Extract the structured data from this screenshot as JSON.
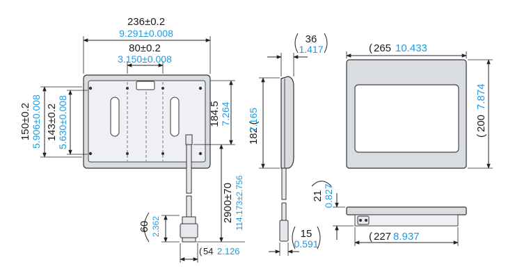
{
  "front": {
    "width": {
      "mm": "236±0.2",
      "in": "9.291±0.008"
    },
    "mount_spacing": {
      "mm": "80±0.2",
      "in": "3.150±0.008"
    },
    "height": {
      "mm": "150±0.2",
      "in": "5.906±0.008"
    },
    "mount_height": {
      "mm": "143±0.2",
      "in": "5.630±0.008"
    },
    "cable_exit_height": {
      "mm": "184.5",
      "in": "7.264"
    },
    "cable_length": {
      "mm": "2900±70",
      "in": "114.173±2.756"
    },
    "connector_height": {
      "mm": "60",
      "in": "2.362"
    },
    "connector_width": {
      "mm": "54",
      "in": "2.126"
    }
  },
  "side": {
    "depth": {
      "mm": "36",
      "in": "1.417"
    },
    "height": {
      "mm": "182",
      "in": "7.165"
    },
    "connector_width": {
      "mm": "15",
      "in": "0.591"
    }
  },
  "panel": {
    "width": {
      "mm": "265",
      "in": "10.433"
    },
    "height": {
      "mm": "200",
      "in": "7.874"
    }
  },
  "bottom": {
    "thickness": {
      "mm": "21",
      "in": "0.827"
    },
    "width": {
      "mm": "227",
      "in": "8.937"
    }
  }
}
